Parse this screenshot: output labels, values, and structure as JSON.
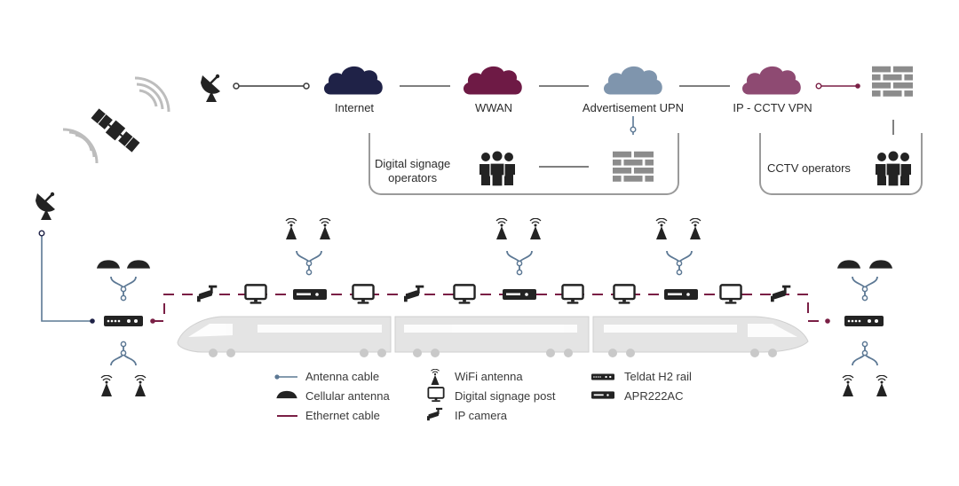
{
  "clouds": [
    {
      "label": "Internet",
      "color": "#1f2247"
    },
    {
      "label": "WWAN",
      "color": "#6e1a45"
    },
    {
      "label": "Advertisement UPN",
      "color": "#7f95ad"
    },
    {
      "label": "IP - CCTV VPN",
      "color": "#8e4a72"
    }
  ],
  "groups": {
    "signage": "Digital signage\noperators",
    "cctv": "CCTV operators"
  },
  "legend": [
    {
      "icon": "antenna-cable-icon",
      "label": "Antenna cable"
    },
    {
      "icon": "cellular-antenna-icon",
      "label": "Cellular antenna"
    },
    {
      "icon": "ethernet-cable-icon",
      "label": "Ethernet cable"
    },
    {
      "icon": "wifi-antenna-icon",
      "label": "WiFi antenna"
    },
    {
      "icon": "signage-post-icon",
      "label": "Digital signage post"
    },
    {
      "icon": "ip-camera-icon",
      "label": "IP camera"
    },
    {
      "icon": "teldat-h2-rail-icon",
      "label": "Teldat H2 rail"
    },
    {
      "icon": "apr222ac-icon",
      "label": "APR222AC"
    }
  ],
  "colors": {
    "antenna_cable": "#5c7894",
    "ethernet_cable": "#7a1f45",
    "icon": "#232323",
    "train": "#e2e2e2",
    "firewall": "#8c8c8c"
  }
}
